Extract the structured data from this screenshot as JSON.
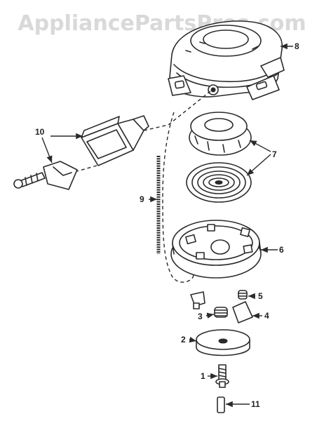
{
  "watermark": "AppliancePartsPros.com",
  "callouts": {
    "c1": "1",
    "c2": "2",
    "c3": "3",
    "c4": "4",
    "c5": "5",
    "c6": "6",
    "c7": "7",
    "c8": "8",
    "c9": "9",
    "c10": "10",
    "c11": "11"
  }
}
